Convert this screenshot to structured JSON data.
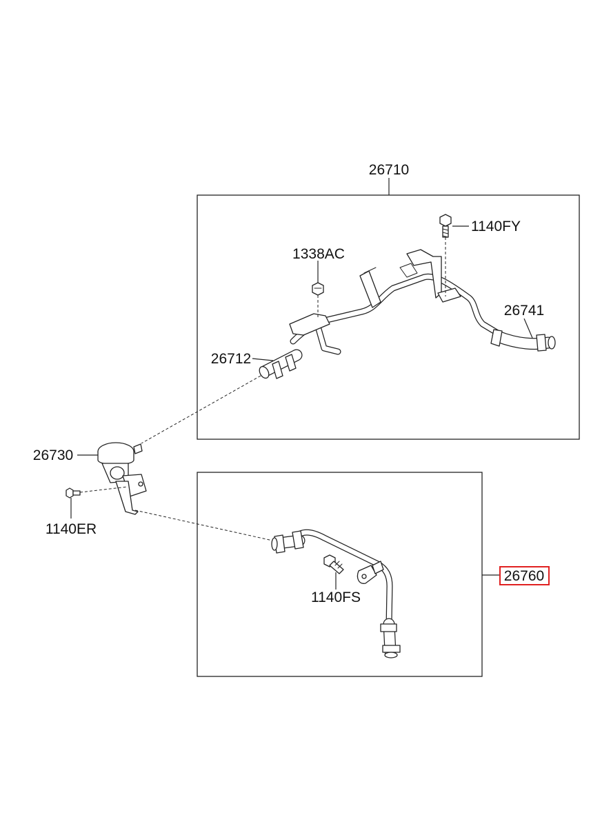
{
  "parts": {
    "p26710": "26710",
    "p1140FY": "1140FY",
    "p1338AC": "1338AC",
    "p26741": "26741",
    "p26712": "26712",
    "p26730": "26730",
    "p1140ER": "1140ER",
    "p26760": "26760",
    "p1140FS": "1140FS"
  },
  "highlight": {
    "part": "26760",
    "color": "#e02020"
  }
}
